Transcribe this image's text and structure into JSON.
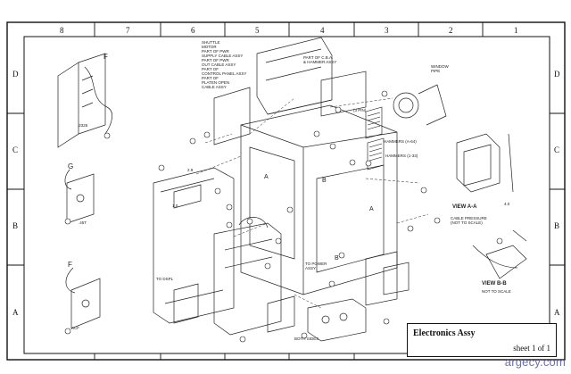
{
  "drawing": {
    "title": "Electronics Assy",
    "sheet": "sheet 1 of 1",
    "watermark": "argecy.com"
  },
  "zones": {
    "top_columns": [
      "8",
      "7",
      "6",
      "5",
      "4",
      "3",
      "2",
      "1"
    ],
    "side_rows": [
      "D",
      "C",
      "B",
      "A"
    ]
  },
  "annotations": {
    "view_a": "VIEW A-A",
    "view_b": "VIEW B-B",
    "view_a_scale": "CABLE PRESSURE\n(NOT TO SCALE)",
    "view_b_scale": "NOT TO SCALE",
    "window_label": "WINDOW\nPIPE",
    "shuttle_note": "SHUTTLE\nMOTOR\nPART OF PWR\nSUPPLY CABLE ASSY\nPART OF PWR\nOUT CABLE ASSY\nPART OF\nCONTROL PANEL ASSY\nPART OF\nPLATEN OPEN\nCABLE ASSY",
    "cable_note": "PART OF C.B.A.\n& HAMMER ASSY",
    "hammer_a": "HAMMERS (A-64)",
    "hammer_b": "HAMMERS (1-33)",
    "pins": "(3 PIN)",
    "dim_a": "2.9",
    "dim_b": "1.0",
    "dim_c": "4.0",
    "to_power": "TO POWER\nASSY",
    "to_dspl": "TO DSPL",
    "both_sides": "BOTH SIDES",
    "ref_1": ".2325",
    "ref_2": ".45T",
    "ref_3": "ACF"
  },
  "letters": {
    "f_top": "F",
    "g": "G",
    "f_bottom": "F",
    "a1": "A",
    "a2": "A",
    "b1": "B",
    "b2": "B"
  }
}
